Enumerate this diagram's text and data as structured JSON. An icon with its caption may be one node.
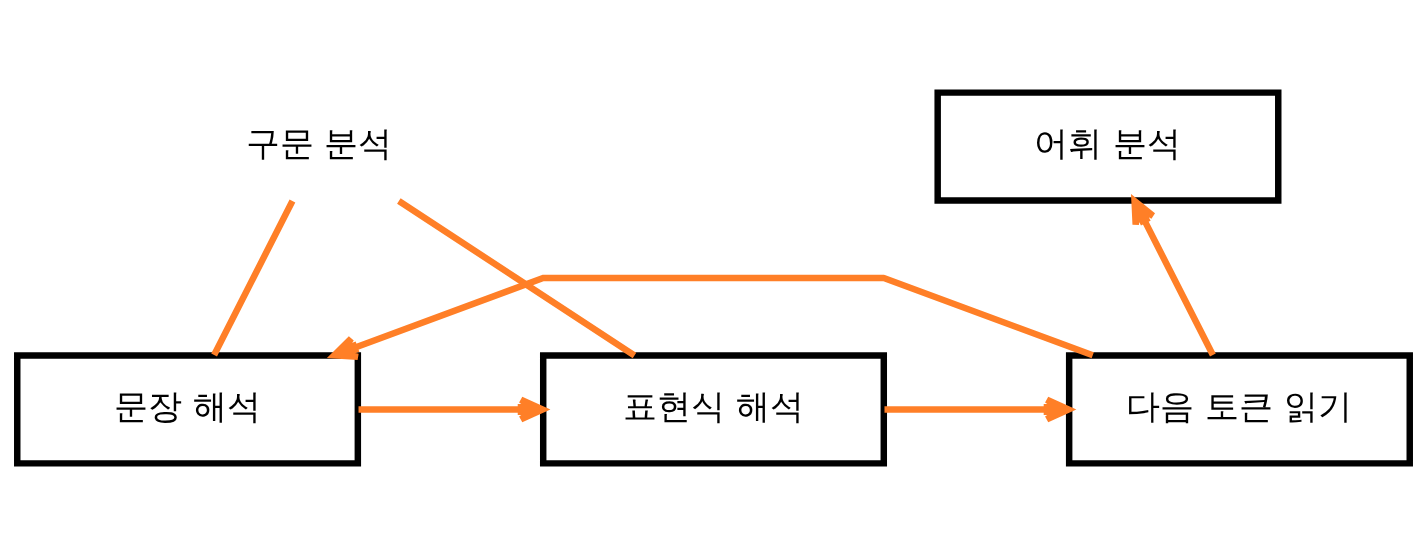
{
  "diagram": {
    "nodes": [
      {
        "text": [
          "구문 분석"
        ]
      },
      {
        "text": [
          "어휘 분석"
        ]
      },
      {
        "text": [
          "문장 해석"
        ]
      },
      {
        "text": [
          "표현식 해석"
        ]
      },
      {
        "text": [
          "다음 토큰 읽기"
        ]
      }
    ],
    "edges": [
      {
        "from": 0,
        "to": 2,
        "arrow": "none"
      },
      {
        "from": 0,
        "to": 3,
        "arrow": "none"
      },
      {
        "from": 2,
        "to": 3,
        "arrow": "to"
      },
      {
        "from": 3,
        "to": 4,
        "arrow": "to"
      },
      {
        "from": 4,
        "to": 1,
        "arrow": "to"
      },
      {
        "from": 4,
        "to": 2,
        "arrow": "to"
      }
    ]
  }
}
